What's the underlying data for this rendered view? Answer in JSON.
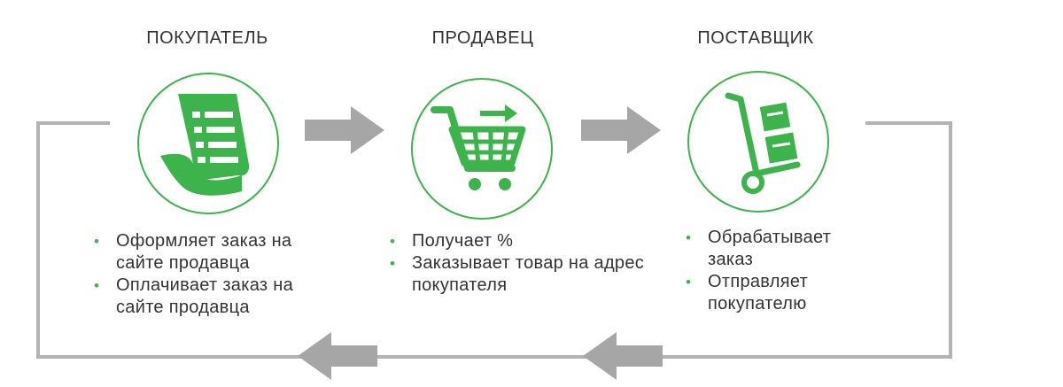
{
  "columns": [
    {
      "title": "ПОКУПАТЕЛЬ",
      "icon": "order-document-icon",
      "bullets": [
        "Оформляет заказ на сайте продавца",
        "Оплачивает заказ на сайте продавца"
      ]
    },
    {
      "title": "ПРОДАВЕЦ",
      "icon": "shopping-cart-icon",
      "bullets": [
        "Получает %",
        "Заказывает товар на адрес покупателя"
      ]
    },
    {
      "title": "ПОСТАВЩИК",
      "icon": "hand-truck-boxes-icon",
      "bullets": [
        "Обрабатывает заказ",
        "Отправляет покупателю"
      ]
    }
  ],
  "colors": {
    "accent": "#3cb44b",
    "arrow": "#a6a6a6",
    "loop_line": "#b3b3b3",
    "text": "#333333"
  }
}
